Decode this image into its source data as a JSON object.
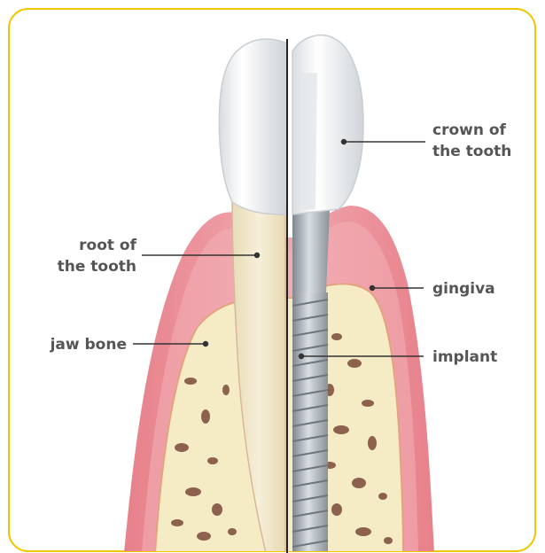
{
  "labels": {
    "crown_line1": "crown of",
    "crown_line2": "the tooth",
    "root_line1": "root of",
    "root_line2": "the tooth",
    "gingiva": "gingiva",
    "jaw_bone": "jaw bone",
    "implant": "implant"
  },
  "colors": {
    "border": "#f2c500",
    "gum": "#e9868e",
    "gum_light": "#f5b5bb",
    "bone": "#f5ecc5",
    "bone_pore": "#7a4b3a",
    "root": "#f3ead0",
    "crown": "#f6f6f6",
    "metal": "#a9b0b6",
    "label_text": "#555555",
    "leader": "#333333"
  }
}
